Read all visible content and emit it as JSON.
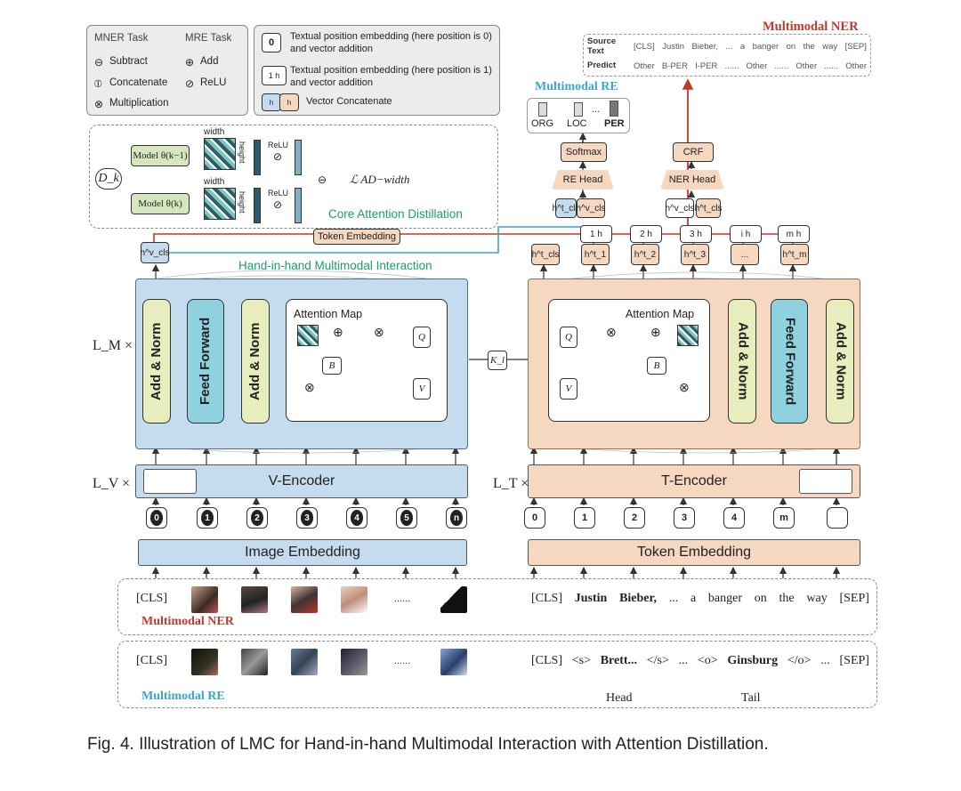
{
  "caption": "Fig. 4.  Illustration of LMC for Hand-in-hand Multimodal Interaction with Attention Distillation.",
  "legend": {
    "mner_task": "MNER Task",
    "mre_task": "MRE Task",
    "subtract": "Subtract",
    "add": "Add",
    "concatenate": "Concatenate",
    "relu": "ReLU",
    "multiplication": "Multiplication",
    "pos0_text": "Textual position embedding (here position is 0) and vector addition",
    "pos1_text": "Textual position embedding (here position is 1) and vector addition",
    "vector_concat": "Vector Concatenate",
    "colors": {
      "mner": "#c0392b",
      "mre": "#3aa7c9"
    }
  },
  "distill": {
    "title": "Core Attention Distillation",
    "model_prev": "Model θ(k−1)",
    "model_cur": "Model θ(k)",
    "dk": "D_k",
    "width": "width",
    "height": "height",
    "relu": "ReLU",
    "loss": "ℒ AD−width"
  },
  "interaction_title": "Hand-in-hand Multimodal Interaction",
  "token_embedding_mid": "Token Embedding",
  "vision": {
    "layers": "L_M ×",
    "add_norm": "Add & Norm",
    "feed_forward": "Feed Forward",
    "attention_map": "Attention Map",
    "encoder_layers": "L_V ×",
    "encoder": "V-Encoder",
    "embedding": "Image Embedding",
    "positions": [
      "0",
      "1",
      "2",
      "3",
      "4",
      "5",
      "n"
    ]
  },
  "text": {
    "attention_map": "Attention Map",
    "add_norm": "Add & Norm",
    "feed_forward": "Feed Forward",
    "encoder_layers": "L_T ×",
    "encoder": "T-Encoder",
    "embedding": "Token Embedding",
    "positions": [
      "0",
      "1",
      "2",
      "3",
      "4",
      "m",
      ""
    ]
  },
  "k_label": "K_l",
  "heads": {
    "mre_title": "Multimodal RE",
    "softmax": "Softmax",
    "re_head": "RE Head",
    "ner_head": "NER Head",
    "crf": "CRF",
    "labels": [
      "ORG",
      "LOC",
      "...",
      "PER"
    ],
    "mner_title": "Multimodal NER",
    "source_label": "Source Text",
    "source_tokens": [
      "[CLS]",
      "Justin",
      "Bieber,",
      "...",
      "a",
      "banger",
      "on",
      "the",
      "way",
      "[SEP]"
    ],
    "predict_label": "Predict",
    "predict_tokens": [
      "Other",
      "B-PER",
      "I-PER",
      "......",
      "Other",
      "......",
      "Other",
      "......",
      "Other"
    ]
  },
  "hidden": {
    "cls_v": "h^v_cls",
    "cls_t": "h^t_cls",
    "tokens": [
      "h^t_1",
      "h^t_2",
      "h^t_3",
      "...",
      "h^t_m"
    ],
    "top_ids": [
      "1",
      "2",
      "3",
      "i",
      "m"
    ]
  },
  "inputs": {
    "mner_label": "Multimodal NER",
    "mre_label": "Multimodal RE",
    "cls": "[CLS]",
    "dots": "......",
    "ner_text": [
      "[CLS]",
      "Justin",
      "Bieber,",
      "...",
      "a",
      "banger",
      "on",
      "the",
      "way",
      "[SEP]"
    ],
    "re_text": [
      "[CLS]",
      "<s>",
      "Brett...",
      "</s>",
      "...",
      "<o>",
      "Ginsburg",
      "</o>",
      "...",
      "[SEP]"
    ],
    "head": "Head",
    "tail": "Tail"
  }
}
